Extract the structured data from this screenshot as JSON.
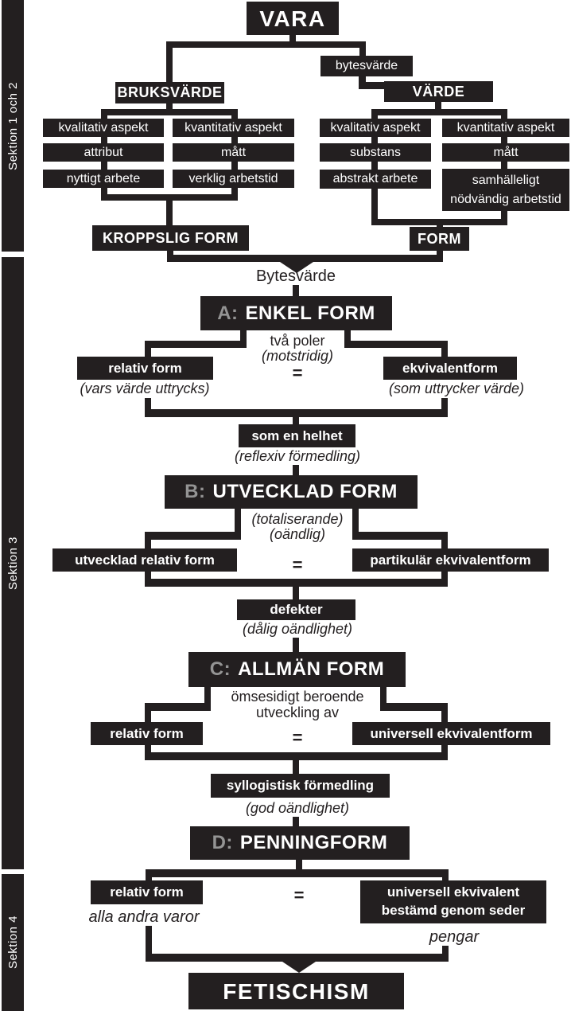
{
  "colors": {
    "ink": "#231f20",
    "paper": "#ffffff",
    "prefix": "#949494"
  },
  "sidebar": {
    "sections": [
      {
        "label": "Sektion 1 och 2"
      },
      {
        "label": "Sektion 3"
      },
      {
        "label": "Sektion 4"
      }
    ]
  },
  "tree": {
    "root": "VARA",
    "exchange_tag": "bytesvärde",
    "use_value": {
      "header": "BRUKSVÄRDE",
      "rows_qual": [
        "kvalitativ aspekt",
        "attribut",
        "nyttigt arbete"
      ],
      "rows_quant": [
        "kvantitativ aspekt",
        "mått",
        "verklig arbetstid"
      ],
      "result": "KROPPSLIG FORM"
    },
    "value": {
      "header": "VÄRDE",
      "rows_qual": [
        "kvalitativ aspekt",
        "substans",
        "abstrakt arbete"
      ],
      "rows_quant": [
        "kvantitativ aspekt",
        "mått",
        "samhälleligt nödvändig arbetstid"
      ],
      "result": "FORM"
    },
    "merge_label": "Bytesvärde"
  },
  "equals": "=",
  "forms": {
    "a": {
      "prefix": "A:",
      "title": "ENKEL FORM",
      "note1": "två poler",
      "note2": "(motstridig)",
      "left_box": "relativ form",
      "left_caption": "(vars värde uttrycks)",
      "right_box": "ekvivalentform",
      "right_caption": "(som uttrycker värde)",
      "outcome_box": "som en helhet",
      "outcome_caption": "(reflexiv förmedling)"
    },
    "b": {
      "prefix": "B:",
      "title": "UTVECKLAD FORM",
      "note1": "(totaliserande)",
      "note2": "(oändlig)",
      "left_box": "utvecklad relativ form",
      "right_box": "partikulär ekvivalentform",
      "outcome_box": "defekter",
      "outcome_caption": "(dålig oändlighet)"
    },
    "c": {
      "prefix": "C:",
      "title": "ALLMÄN FORM",
      "note1": "ömsesidigt beroende",
      "note2": "utveckling av",
      "left_box": "relativ form",
      "right_box": "universell ekvivalentform",
      "outcome_box": "syllogistisk förmedling",
      "outcome_caption": "(god oändlighet)"
    },
    "d": {
      "prefix": "D:",
      "title": "PENNINGFORM",
      "left_box": "relativ form",
      "left_caption": "alla andra varor",
      "right_box": "universell ekvivalent bestämd genom seder",
      "right_caption": "pengar"
    }
  },
  "final": {
    "title": "FETISCHISM"
  }
}
